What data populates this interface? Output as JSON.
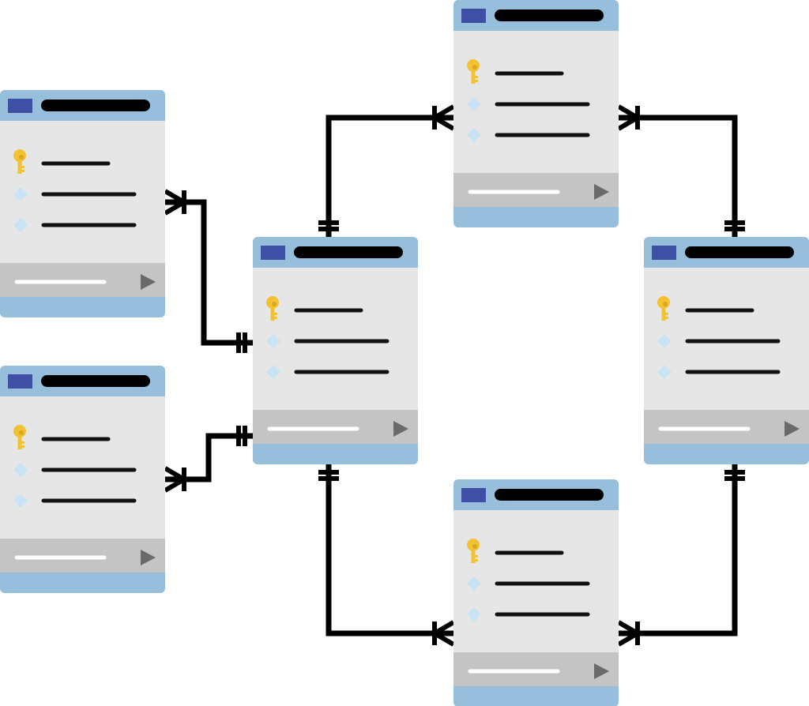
{
  "diagram": {
    "type": "entity-relationship",
    "tables": [
      {
        "id": "left-top",
        "rows": [
          {
            "kind": "primary-key"
          },
          {
            "kind": "field"
          },
          {
            "kind": "field"
          }
        ]
      },
      {
        "id": "left-bottom",
        "rows": [
          {
            "kind": "primary-key"
          },
          {
            "kind": "field"
          },
          {
            "kind": "field"
          }
        ]
      },
      {
        "id": "center",
        "rows": [
          {
            "kind": "primary-key"
          },
          {
            "kind": "field"
          },
          {
            "kind": "field"
          }
        ]
      },
      {
        "id": "top",
        "rows": [
          {
            "kind": "primary-key"
          },
          {
            "kind": "field"
          },
          {
            "kind": "field"
          }
        ]
      },
      {
        "id": "right",
        "rows": [
          {
            "kind": "primary-key"
          },
          {
            "kind": "field"
          },
          {
            "kind": "field"
          }
        ]
      },
      {
        "id": "bottom",
        "rows": [
          {
            "kind": "primary-key"
          },
          {
            "kind": "field"
          },
          {
            "kind": "field"
          }
        ]
      }
    ],
    "relationships": [
      {
        "from": "left-top",
        "from_cardinality": "one-or-many",
        "to": "center",
        "to_cardinality": "exactly-one"
      },
      {
        "from": "left-bottom",
        "from_cardinality": "one-or-many",
        "to": "center",
        "to_cardinality": "exactly-one"
      },
      {
        "from": "center",
        "from_cardinality": "exactly-one",
        "to": "top",
        "to_cardinality": "one-or-many"
      },
      {
        "from": "top",
        "from_cardinality": "one-or-many",
        "to": "right",
        "to_cardinality": "exactly-one"
      },
      {
        "from": "center",
        "from_cardinality": "exactly-one",
        "to": "bottom",
        "to_cardinality": "one-or-many"
      },
      {
        "from": "right",
        "from_cardinality": "exactly-one",
        "to": "bottom",
        "to_cardinality": "one-or-many"
      }
    ],
    "icons": {
      "key": "key-icon",
      "field": "diamond-icon",
      "header": "table-icon",
      "footer": "play-icon"
    },
    "colors": {
      "background": "#ffffff",
      "table_header": "#97bfdb",
      "table_body": "#e6e6e6",
      "table_footer_bar": "#c4c4c4",
      "header_icon": "#3f50a4",
      "title_bar": "#000000",
      "row_line": "#111111",
      "key": "#f2c232",
      "key_shadow": "#d9a820",
      "diamond": "#c8e3f4",
      "footer_line": "#ffffff",
      "play": "#6a6a6a",
      "connector": "#000000"
    }
  }
}
